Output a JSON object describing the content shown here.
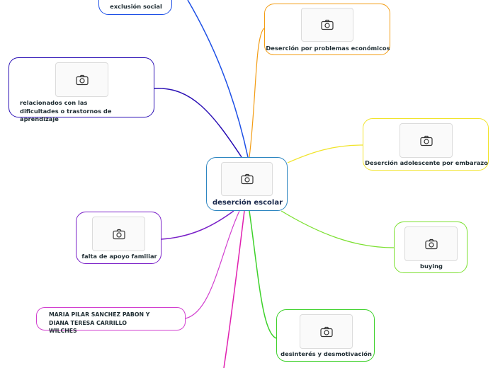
{
  "central": {
    "label": "deserción escolar",
    "color": "#2e86c1"
  },
  "branches": [
    {
      "id": "exclusion",
      "label": "exclusión social",
      "color": "#1e50e6"
    },
    {
      "id": "economicos",
      "label": "Deserción por problemas económicos",
      "color": "#f39c12"
    },
    {
      "id": "aprendizaje",
      "label": "relacionados con las dificultades o trastornos de aprendizaje",
      "color": "#2b10b5"
    },
    {
      "id": "embarazo",
      "label": "Deserción adolescente por embarazo",
      "color": "#f1e42b"
    },
    {
      "id": "familiar",
      "label": "falta de apoyo familiar",
      "color": "#7a20c8"
    },
    {
      "id": "buying",
      "label": "buying",
      "color": "#7be02f"
    },
    {
      "id": "autores",
      "label": "MARIA PILAR SANCHEZ PABON Y DIANA TERESA CARRILLO WILCHES",
      "color": "#d23fcf"
    },
    {
      "id": "desinteres",
      "label": "desinterés y desmotivación",
      "color": "#3dd12a"
    },
    {
      "id": "abajo",
      "label": "",
      "color": "#e020b0"
    }
  ],
  "icons": {
    "image_placeholder": "camera-icon"
  }
}
